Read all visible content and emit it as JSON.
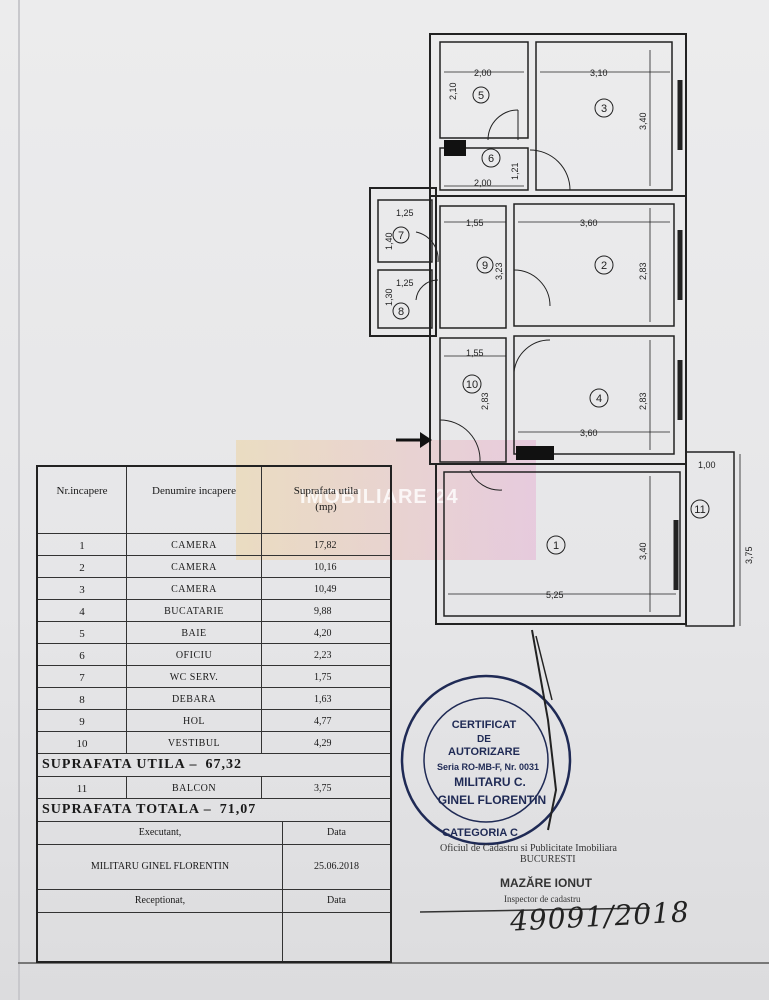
{
  "table": {
    "headers": {
      "nr": "Nr.incapere",
      "name": "Denumire incapere",
      "area": "Suprafata utila",
      "unit": "(mp)"
    },
    "rows": [
      {
        "nr": "1",
        "name": "CAMERA",
        "area": "17,82"
      },
      {
        "nr": "2",
        "name": "CAMERA",
        "area": "10,16"
      },
      {
        "nr": "3",
        "name": "CAMERA",
        "area": "10,49"
      },
      {
        "nr": "4",
        "name": "BUCATARIE",
        "area": "9,88"
      },
      {
        "nr": "5",
        "name": "BAIE",
        "area": "4,20"
      },
      {
        "nr": "6",
        "name": "OFICIU",
        "area": "2,23"
      },
      {
        "nr": "7",
        "name": "WC SERV.",
        "area": "1,75"
      },
      {
        "nr": "8",
        "name": "DEBARA",
        "area": "1,63"
      },
      {
        "nr": "9",
        "name": "HOL",
        "area": "4,77"
      },
      {
        "nr": "10",
        "name": "VESTIBUL",
        "area": "4,29"
      }
    ],
    "total_useful_label": "SUPRAFATA UTILA –",
    "total_useful_value": "67,32",
    "balcony": {
      "nr": "11",
      "name": "BALCON",
      "area": "3,75"
    },
    "total_label": "SUPRAFATA TOTALA –",
    "total_value": "71,07",
    "executed_label": "Executant,",
    "date_label": "Data",
    "executor": "MILITARU GINEL FLORENTIN",
    "executed_date": "25.06.2018",
    "received_label": "Receptionat,",
    "received_date_label": "Data"
  },
  "plan": {
    "room_numbers": [
      "1",
      "2",
      "3",
      "4",
      "5",
      "6",
      "7",
      "8",
      "9",
      "10",
      "11"
    ],
    "dimensions": {
      "r5_w": "2,00",
      "r5_h": "2,10",
      "r3_w": "3,10",
      "r3_h": "3,40",
      "r6_w": "2,00",
      "r6_h": "1,21",
      "r7_w": "1,25",
      "r7_h": "1,40",
      "r8_w": "1,25",
      "r8_h": "1,30",
      "r9_w": "1,55",
      "r9_h": "3,23",
      "r2_w": "3,60",
      "r2_h": "2,83",
      "r10_w": "1,55",
      "r10_h": "2,83",
      "r4_w": "3,60",
      "r4_h": "2,83",
      "r1_w": "5,25",
      "r1_h": "3,40",
      "r11_w": "1,00",
      "r11_h": "3,75"
    }
  },
  "stamp": {
    "line1": "CERTIFICAT",
    "line2": "DE",
    "line3": "AUTORIZARE",
    "series": "Seria RO-MB-F, Nr. 0031",
    "name1": "MILITARU C.",
    "name2": "GINEL FLORENTIN",
    "category": "CATEGORIA C"
  },
  "office": {
    "line": "Oficiul de Cadastru si Publicitate Imobiliara",
    "city": "BUCURESTI",
    "inspector": "MAZĂRE IONUT",
    "role": "Inspector de cadastru",
    "handwritten": "49091/2018"
  },
  "watermark": "IMOBILIARE 24",
  "colors": {
    "ink": "#1a1a1a",
    "stamp": "#1f2a55",
    "paper": "#e9e9ea"
  }
}
